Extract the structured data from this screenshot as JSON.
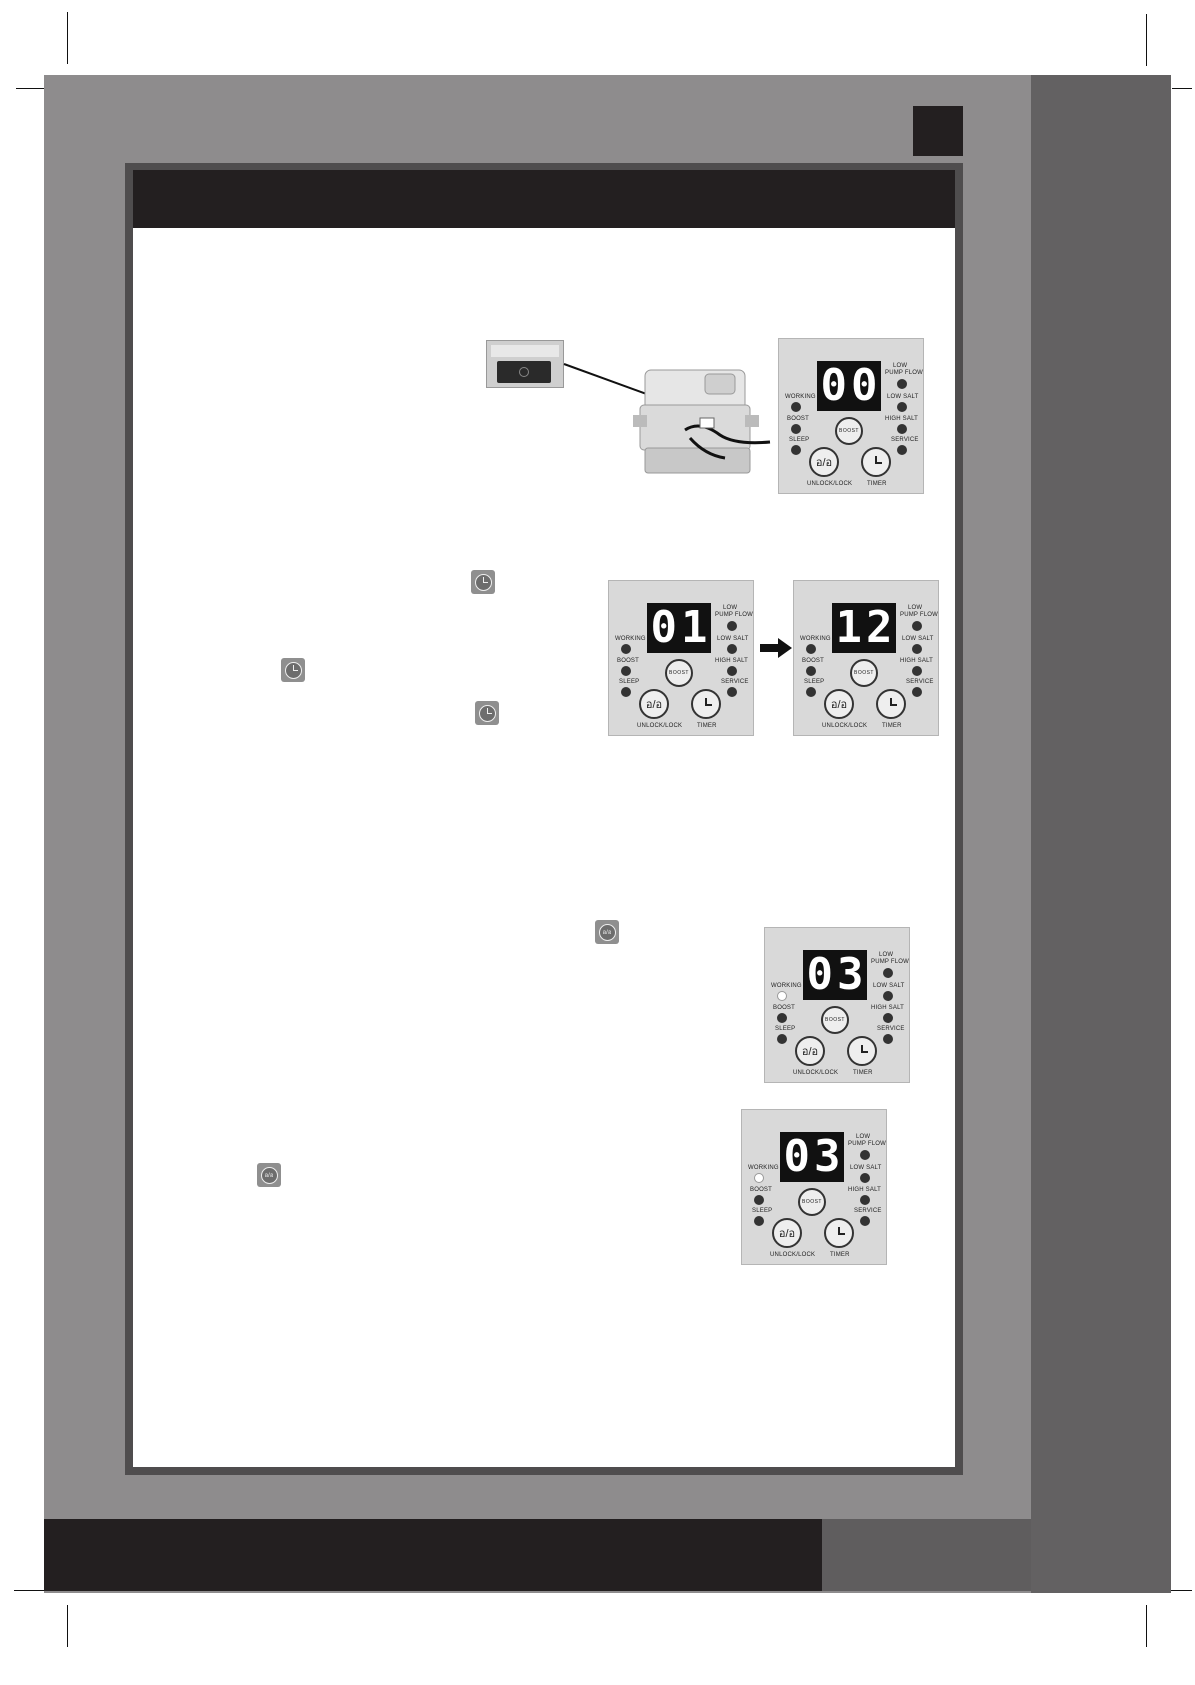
{
  "panel_labels": {
    "low_pump_flow_line1": "LOW",
    "low_pump_flow_line2": "PUMP FLOW",
    "low_salt": "LOW SALT",
    "high_salt": "HIGH SALT",
    "service": "SERVICE",
    "working": "WORKING",
    "boost": "BOOST",
    "sleep": "SLEEP",
    "boost_button": "BOOST",
    "unlock_lock": "UNLOCK/LOCK",
    "timer": "TIMER",
    "lock_glyph": "อ/อ"
  },
  "panels": [
    {
      "id": "panel-1",
      "digit_1": "0",
      "digit_2": "0",
      "working_on": false
    },
    {
      "id": "panel-2",
      "digit_1": "0",
      "digit_2": "1",
      "working_on": false
    },
    {
      "id": "panel-3",
      "digit_1": "1",
      "digit_2": "2",
      "working_on": false
    },
    {
      "id": "panel-4",
      "digit_1": "0",
      "digit_2": "3",
      "working_on": true
    },
    {
      "id": "panel-5",
      "digit_1": "0",
      "digit_2": "3",
      "working_on": true
    }
  ],
  "icons": {
    "timer": "clock-icon",
    "lock": "lock-icon",
    "arrow": "arrow-right-icon"
  },
  "colors": {
    "dark_bar": "#231f20",
    "page_gray": "#8e8c8d",
    "side_gray": "#636162",
    "led_off": "#333333",
    "led_on": "#ffffff"
  }
}
